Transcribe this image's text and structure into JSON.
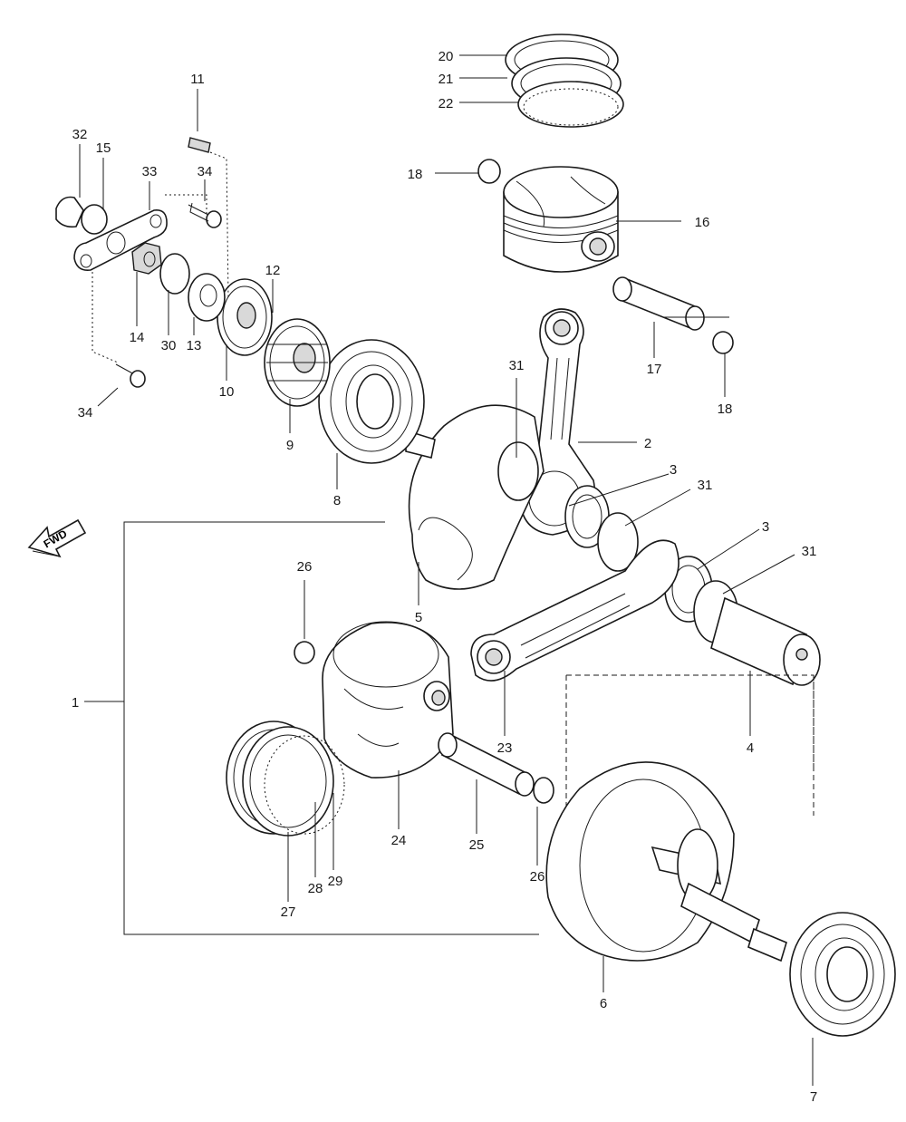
{
  "fwd_label": "FWD",
  "parts": [
    {
      "id": "p1",
      "label": "1"
    },
    {
      "id": "p2",
      "label": "2"
    },
    {
      "id": "p3a",
      "label": "3"
    },
    {
      "id": "p3b",
      "label": "3"
    },
    {
      "id": "p4",
      "label": "4"
    },
    {
      "id": "p5",
      "label": "5"
    },
    {
      "id": "p6",
      "label": "6"
    },
    {
      "id": "p7",
      "label": "7"
    },
    {
      "id": "p8",
      "label": "8"
    },
    {
      "id": "p9",
      "label": "9"
    },
    {
      "id": "p10",
      "label": "10"
    },
    {
      "id": "p11",
      "label": "11"
    },
    {
      "id": "p12",
      "label": "12"
    },
    {
      "id": "p13",
      "label": "13"
    },
    {
      "id": "p14",
      "label": "14"
    },
    {
      "id": "p15",
      "label": "15"
    },
    {
      "id": "p16",
      "label": "16"
    },
    {
      "id": "p17",
      "label": "17"
    },
    {
      "id": "p18a",
      "label": "18"
    },
    {
      "id": "p18b",
      "label": "18"
    },
    {
      "id": "p20",
      "label": "20"
    },
    {
      "id": "p21",
      "label": "21"
    },
    {
      "id": "p22",
      "label": "22"
    },
    {
      "id": "p23",
      "label": "23"
    },
    {
      "id": "p24",
      "label": "24"
    },
    {
      "id": "p25",
      "label": "25"
    },
    {
      "id": "p26a",
      "label": "26"
    },
    {
      "id": "p26b",
      "label": "26"
    },
    {
      "id": "p27",
      "label": "27"
    },
    {
      "id": "p28",
      "label": "28"
    },
    {
      "id": "p29",
      "label": "29"
    },
    {
      "id": "p30",
      "label": "30"
    },
    {
      "id": "p31a",
      "label": "31"
    },
    {
      "id": "p31b",
      "label": "31"
    },
    {
      "id": "p31c",
      "label": "31"
    },
    {
      "id": "p32",
      "label": "32"
    },
    {
      "id": "p33",
      "label": "33"
    },
    {
      "id": "p34a",
      "label": "34"
    },
    {
      "id": "p34b",
      "label": "34"
    }
  ]
}
